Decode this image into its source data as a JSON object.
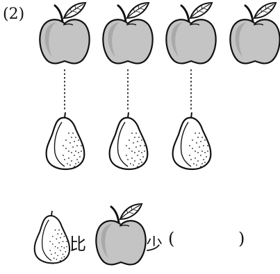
{
  "question": {
    "label": "(2)",
    "compare_word": "比",
    "less_word": "少",
    "open_paren": "(",
    "close_paren": ")",
    "answer": ""
  },
  "scene": {
    "apple_count": 4,
    "pear_count": 3,
    "matched_pairs": 3,
    "apple_fill": "#c4c4c4",
    "apple_shadow": "#a9a9a9",
    "pear_fill": "#ffffff",
    "outline_color": "#111111"
  }
}
